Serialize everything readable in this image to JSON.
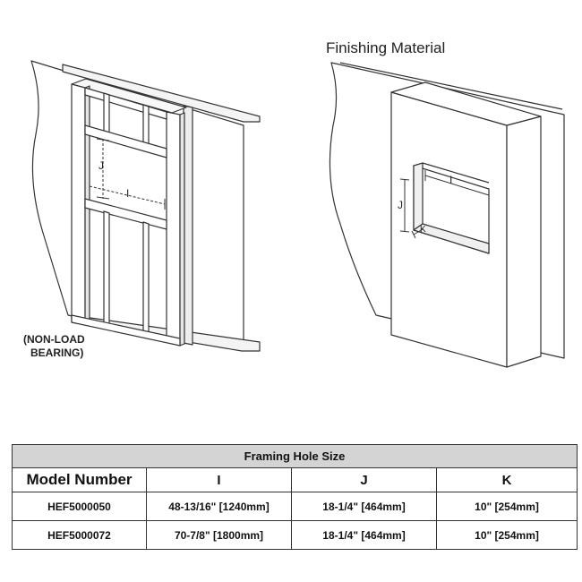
{
  "diagrams": {
    "finishing_label": "Finishing Material",
    "non_load_label_line1": "(NON-LOAD",
    "non_load_label_line2": "BEARING)",
    "dim_i": "I",
    "dim_j": "J",
    "dim_k": "K"
  },
  "table": {
    "title": "Framing Hole Size",
    "headers": [
      "Model Number",
      "I",
      "J",
      "K"
    ],
    "rows": [
      {
        "model": "HEF5000050",
        "i": "48-13/16\" [1240mm]",
        "j": "18-1/4\" [464mm]",
        "k": "10\" [254mm]"
      },
      {
        "model": "HEF5000072",
        "i": "70-7/8\" [1800mm]",
        "j": "18-1/4\" [464mm]",
        "k": "10\" [254mm]"
      }
    ]
  }
}
